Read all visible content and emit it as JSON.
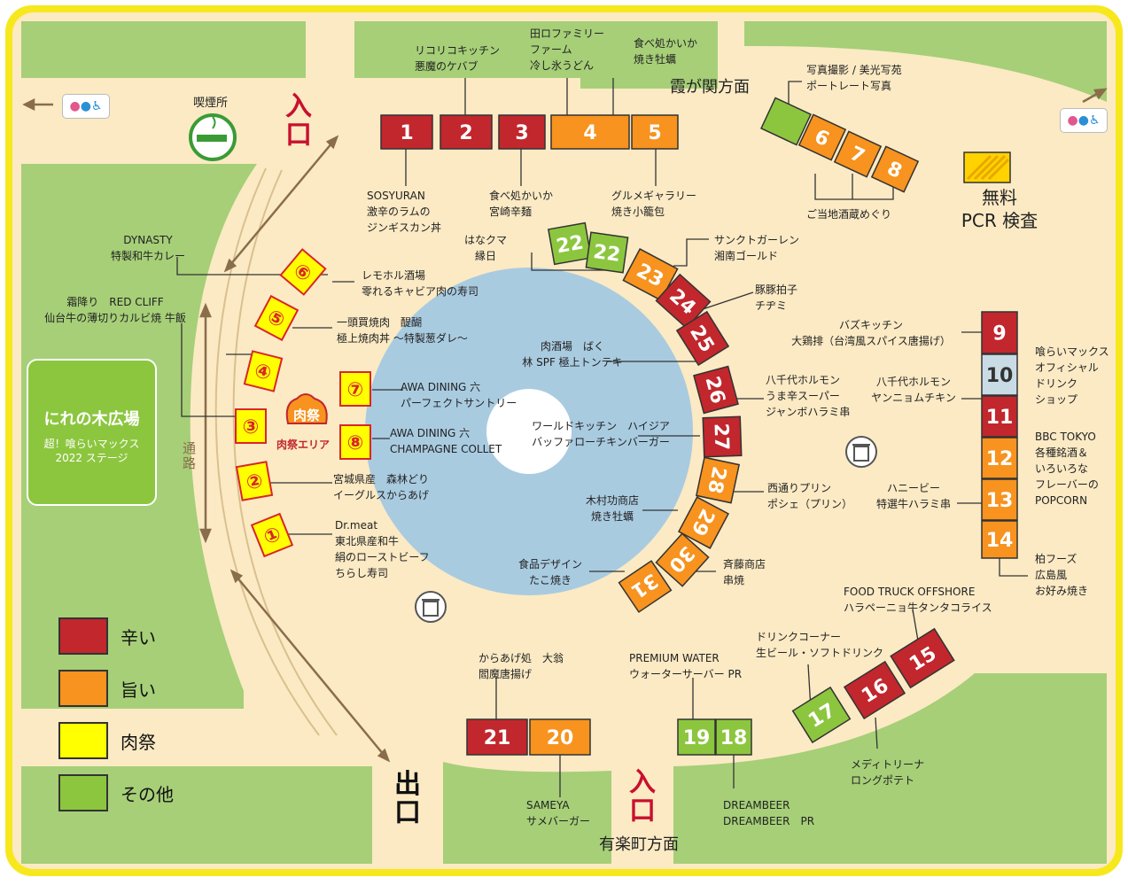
{
  "colors": {
    "spicy": "#c1272d",
    "tasty": "#f7931e",
    "meat": "#ffff00",
    "other": "#8cc63f",
    "info_booth": "#c9dce6",
    "plaza_grass": "#a6cf78",
    "ground": "#fbeac4",
    "circle": "#a9cbe0",
    "frame": "#f7e81e"
  },
  "directions": {
    "kasumigaseki": "霞が関方面",
    "yurakucho": "有楽町方面",
    "entrance_top": "入口",
    "entrance_bottom": "入口",
    "exit": "出口",
    "passage": "通路"
  },
  "facilities": {
    "smoking_area": "喫煙所",
    "pcr_line1": "無料",
    "pcr_line2": "PCR 検査",
    "meat_area_logo": "肉祭",
    "meat_area_label": "肉祭エリア",
    "restroom_icon": "restroom-icon",
    "trash_icon": "trash-icon"
  },
  "plaza": {
    "title": "にれの木広場",
    "subtitle_line1": "超！喰らいマックス",
    "subtitle_line2": "2022 ステージ"
  },
  "legend": [
    {
      "label": "辛い",
      "category": "spicy"
    },
    {
      "label": "旨い",
      "category": "tasty"
    },
    {
      "label": "肉祭",
      "category": "meat"
    },
    {
      "label": "その他",
      "category": "other"
    }
  ],
  "booths": [
    {
      "number": "1",
      "category": "spicy"
    },
    {
      "number": "2",
      "category": "spicy"
    },
    {
      "number": "3",
      "category": "spicy"
    },
    {
      "number": "4",
      "category": "tasty"
    },
    {
      "number": "5",
      "category": "tasty"
    },
    {
      "number": "",
      "category": "other"
    },
    {
      "number": "6",
      "category": "tasty"
    },
    {
      "number": "7",
      "category": "tasty"
    },
    {
      "number": "8",
      "category": "tasty"
    },
    {
      "number": "9",
      "category": "spicy"
    },
    {
      "number": "10",
      "category": "info"
    },
    {
      "number": "11",
      "category": "spicy"
    },
    {
      "number": "12",
      "category": "tasty"
    },
    {
      "number": "13",
      "category": "tasty"
    },
    {
      "number": "14",
      "category": "tasty"
    },
    {
      "number": "15",
      "category": "spicy"
    },
    {
      "number": "16",
      "category": "spicy"
    },
    {
      "number": "17",
      "category": "other"
    },
    {
      "number": "18",
      "category": "other"
    },
    {
      "number": "19",
      "category": "other"
    },
    {
      "number": "20",
      "category": "tasty"
    },
    {
      "number": "21",
      "category": "spicy"
    },
    {
      "number": "22",
      "category": "other"
    },
    {
      "number": "22",
      "category": "other"
    },
    {
      "number": "23",
      "category": "tasty"
    },
    {
      "number": "24",
      "category": "spicy"
    },
    {
      "number": "25",
      "category": "spicy"
    },
    {
      "number": "26",
      "category": "spicy"
    },
    {
      "number": "27",
      "category": "spicy"
    },
    {
      "number": "28",
      "category": "tasty"
    },
    {
      "number": "29",
      "category": "tasty"
    },
    {
      "number": "30",
      "category": "tasty"
    },
    {
      "number": "31",
      "category": "tasty"
    },
    {
      "number": "①",
      "category": "meat"
    },
    {
      "number": "②",
      "category": "meat"
    },
    {
      "number": "③",
      "category": "meat"
    },
    {
      "number": "④",
      "category": "meat"
    },
    {
      "number": "⑤",
      "category": "meat"
    },
    {
      "number": "⑥",
      "category": "meat"
    },
    {
      "number": "⑦",
      "category": "meat"
    },
    {
      "number": "⑧",
      "category": "meat"
    }
  ],
  "labels": [
    "リコリコキッチン\n悪魔のケバブ",
    "田ロファミリー\nファーム\n冷し氷うどん",
    "食べ処かいか\n焼き牡蠣",
    "写真撮影 / 美光写苑\nポートレート写真",
    "SOSYURAN\n激辛のラムの\nジンギスカン丼",
    "食べ処かいか\n宮崎辛麺",
    "グルメギャラリー\n焼き小籠包",
    "ご当地酒蔵めぐり",
    "DYNASTY\n特製和牛カレー",
    "霜降り　RED CLIFF\n仙台牛の薄切りカルビ焼 牛飯",
    "はなクマ\n縁日",
    "サンクトガーレン\n湘南ゴールド",
    "豚豚拍子\nチヂミ",
    "レモホル酒場\n零れるキャビア肉の寿司",
    "一頭買焼肉　醍醐\n極上焼肉丼 〜特製葱ダレ〜",
    "肉酒場　ばく\n林 SPF 極上トンテキ",
    "バズキッチン\n大鶏排（台湾風スパイス唐揚げ）",
    "喰らいマックス\nオフィシャル\nドリンク\nショップ",
    "八千代ホルモン\nうま辛スーパー\nジャンボハラミ串",
    "八千代ホルモン\nヤンニョムチキン",
    "AWA DINING 六\nパーフェクトサントリー",
    "AWA DINING 六\nCHAMPAGNE COLLET",
    "ワールドキッチン　ハイジア\nバッファローチキンバーガー",
    "BBC TOKYO\n各種銘酒＆\nいろいろな\nフレーバーの\nPOPCORN",
    "宮城県産　森林どり\nイーグルスからあげ",
    "西通りプリン\nポシェ（プリン）",
    "ハニービー\n特選牛ハラミ串",
    "Dr.meat\n東北県産和牛\n絹のローストビーフ\nちらし寿司",
    "木村功商店\n焼き牡蠣",
    "食品デザイン\nたこ焼き",
    "斉藤商店\n串焼",
    "柏フーズ\n広島風\nお好み焼き",
    "FOOD TRUCK OFFSHORE\nハラペーニョ牛タンタコライス",
    "ドリンクコーナー\n生ビール・ソフトドリンク",
    "からあげ処　大翁\n閻魔唐揚げ",
    "PREMIUM WATER\nウォーターサーバー PR",
    "メディトリーナ\nロングポテト",
    "SAMEYA\nサメバーガー",
    "DREAMBEER\nDREAMBEER　PR"
  ]
}
